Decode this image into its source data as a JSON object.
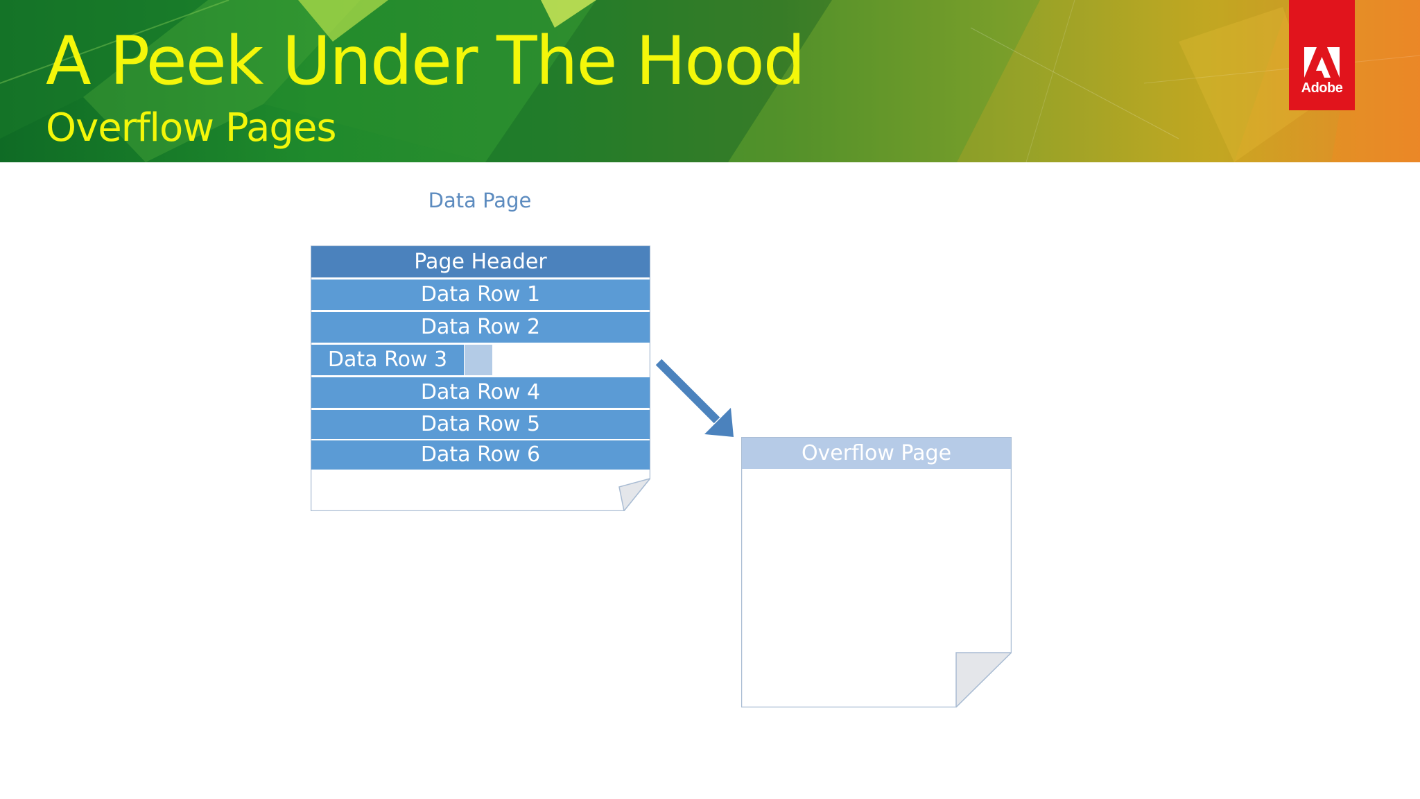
{
  "slide": {
    "title": "A Peek Under The Hood",
    "subtitle": "Overflow Pages"
  },
  "logo": {
    "text": "Adobe",
    "icon": "adobe-logo-icon",
    "color": "#e1141c"
  },
  "diagram": {
    "data_page": {
      "label": "Data Page",
      "header": "Page Header",
      "rows": [
        "Data Row 1",
        "Data Row 2",
        "Data Row 3",
        "Data Row 4",
        "Data Row 5",
        "Data Row 6"
      ]
    },
    "overflow_page": {
      "header": "Overflow Page"
    },
    "arrow_icon": "arrow-down-right-icon"
  },
  "colors": {
    "title": "#f4f70a",
    "row_fill": "#5b9bd5",
    "header_fill": "#4b82bd",
    "overflow_header_fill": "#b6cbe7",
    "label_text": "#5c8bbf"
  }
}
